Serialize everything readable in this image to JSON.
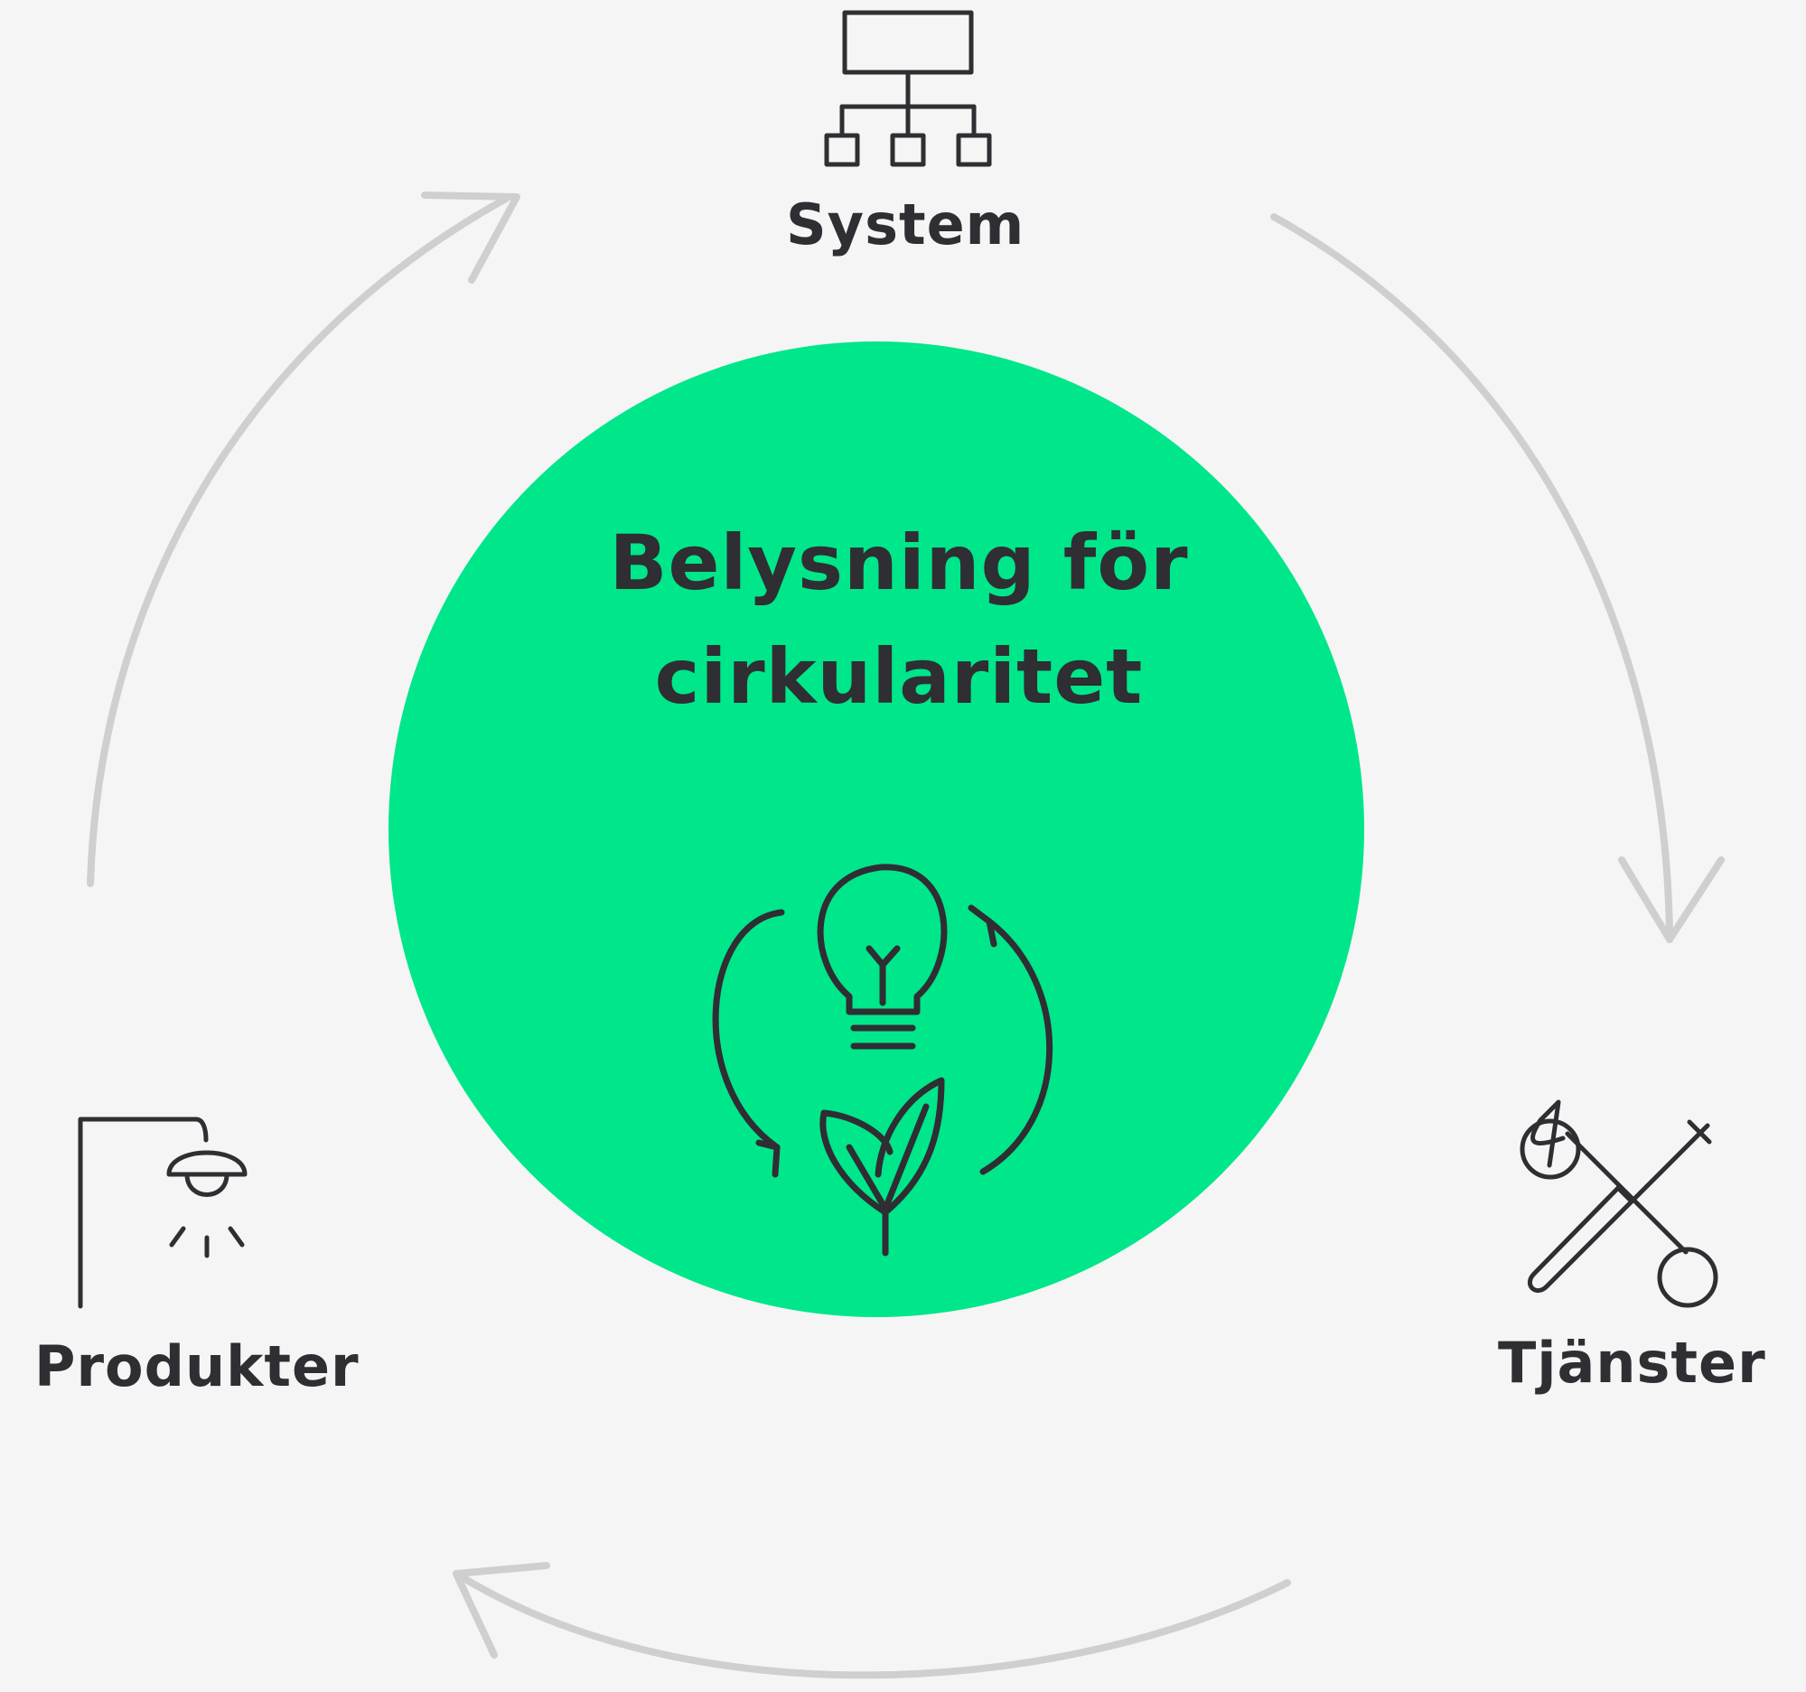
{
  "center": {
    "title_line1": "Belysning för",
    "title_line2": "cirkularitet",
    "color": "#00e68a",
    "icon": "bulb-leaf-cycle-icon"
  },
  "nodes": [
    {
      "id": "system",
      "label": "System",
      "icon": "hierarchy-icon"
    },
    {
      "id": "tjanster",
      "label": "Tjänster",
      "icon": "wrench-screwdriver-icon"
    },
    {
      "id": "produkter",
      "label": "Produkter",
      "icon": "ceiling-lamp-icon"
    }
  ],
  "colors": {
    "background": "#f5f5f5",
    "arrow": "#cfcfcf",
    "ink": "#2e2e33"
  }
}
